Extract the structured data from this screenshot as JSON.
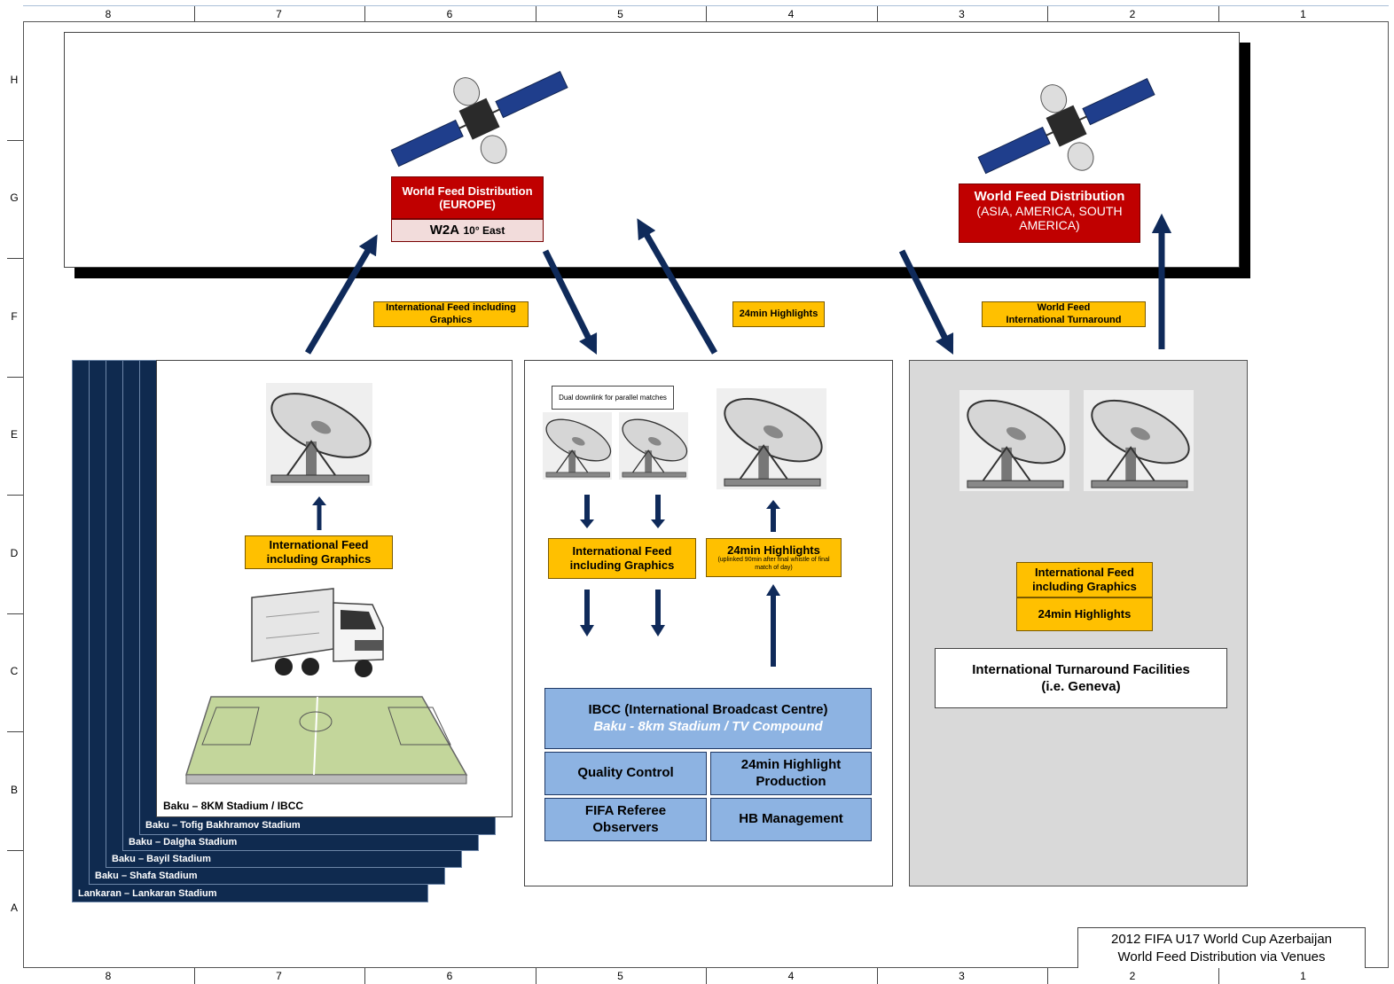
{
  "grid": {
    "columns": [
      "8",
      "7",
      "6",
      "5",
      "4",
      "3",
      "2",
      "1"
    ],
    "rows": [
      "H",
      "G",
      "F",
      "E",
      "D",
      "C",
      "B",
      "A"
    ]
  },
  "satellites": {
    "europe": {
      "title": "World Feed Distribution",
      "region": "(EUROPE)",
      "sat_name": "W2A",
      "sat_position": "10° East"
    },
    "global": {
      "title": "World Feed Distribution",
      "region": "(ASIA, AMERICA, SOUTH AMERICA)"
    }
  },
  "flow_labels": {
    "intl_feed": "International Feed including Graphics",
    "highlights": "24min Highlights",
    "world_feed": "World Feed",
    "world_feed_sub": "International Turnaround"
  },
  "venues": {
    "front_title": "Baku – 8KM Stadium / IBCC",
    "intl_feed_l1": "International Feed",
    "intl_feed_l2": "including Graphics",
    "list": [
      "Baku – Tofig Bakhramov Stadium",
      "Baku – Dalgha Stadium",
      "Baku – Bayil Stadium",
      "Baku – Shafa Stadium",
      "Lankaran – Lankaran Stadium"
    ]
  },
  "ibc": {
    "dual_note": "Dual downlink for parallel matches",
    "intl_feed_l1": "International Feed",
    "intl_feed_l2": "including Graphics",
    "highlights": "24min Highlights",
    "highlights_note": "(uplinked 90min after final whistle of final match of day)",
    "title": "IBCC (International Broadcast Centre)",
    "subtitle": "Baku - 8km Stadium / TV Compound",
    "quality": "Quality Control",
    "production": "24min Highlight Production",
    "referee": "FIFA Referee Observers",
    "hb": "HB Management"
  },
  "turnaround": {
    "intl_feed_l1": "International Feed",
    "intl_feed_l2": "including Graphics",
    "highlights": "24min Highlights",
    "title": "International Turnaround Facilities",
    "subtitle": "(i.e. Geneva)"
  },
  "footer": {
    "line1": "2012 FIFA U17 World Cup Azerbaijan",
    "line2": "World Feed Distribution via Venues"
  },
  "colors": {
    "arrow": "#0f2a5a",
    "red": "#c00000",
    "yellow": "#ffc000",
    "blue": "#8db3e2",
    "navy": "#0f2a4f",
    "grey_panel": "#d9d9d9"
  }
}
